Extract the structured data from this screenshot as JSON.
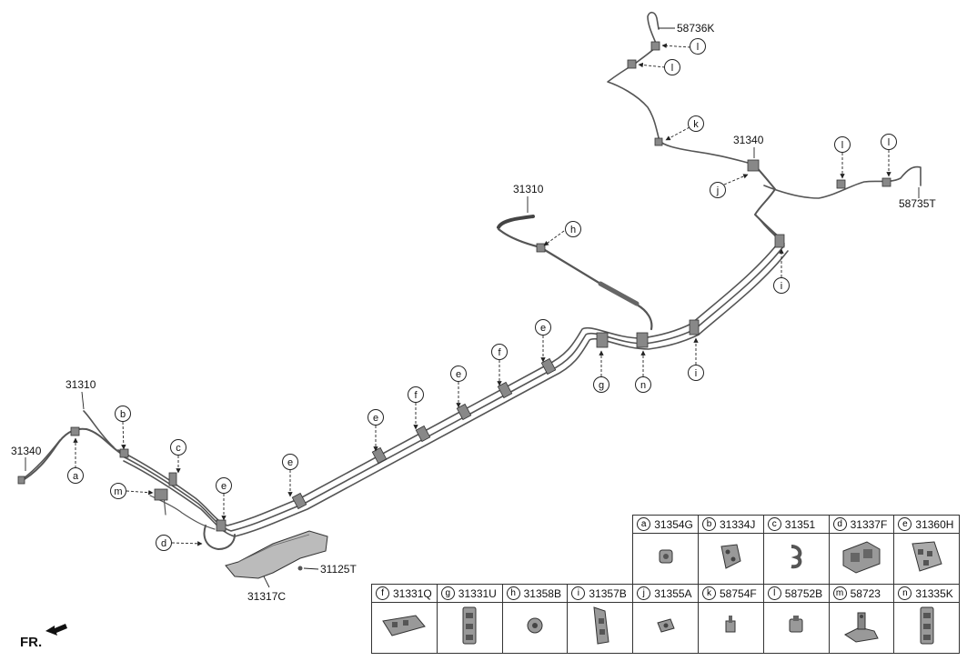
{
  "parts": {
    "p58736K": "58736K",
    "p58735T": "58735T",
    "p31340_top": "31340",
    "p31340_left": "31340",
    "p31310_top": "31310",
    "p31310_left": "31310",
    "p31125T": "31125T",
    "p31317C": "31317C"
  },
  "callouts": {
    "l1": "l",
    "l2": "l",
    "l3": "l",
    "l4": "l",
    "k": "k",
    "j": "j",
    "h": "h",
    "i1": "i",
    "i2": "i",
    "e1": "e",
    "e2": "e",
    "e3": "e",
    "e4": "e",
    "e5": "e",
    "f1": "f",
    "f2": "f",
    "g": "g",
    "n": "n",
    "a": "a",
    "b": "b",
    "c": "c",
    "d": "d",
    "m": "m"
  },
  "front_label": "FR.",
  "legend": {
    "row1": [
      {
        "letter": "a",
        "part": "31354G",
        "icon": "clip-icon"
      },
      {
        "letter": "b",
        "part": "31334J",
        "icon": "bracket-clip-icon"
      },
      {
        "letter": "c",
        "part": "31351",
        "icon": "hook-clip-icon"
      },
      {
        "letter": "d",
        "part": "31337F",
        "icon": "block-clip-icon"
      },
      {
        "letter": "e",
        "part": "31360H",
        "icon": "multi-clip-icon"
      }
    ],
    "row2": [
      {
        "letter": "f",
        "part": "31331Q",
        "icon": "long-clip-icon"
      },
      {
        "letter": "g",
        "part": "31331U",
        "icon": "tall-clip-icon"
      },
      {
        "letter": "h",
        "part": "31358B",
        "icon": "grommet-icon"
      },
      {
        "letter": "i",
        "part": "31357B",
        "icon": "angled-clip-icon"
      },
      {
        "letter": "j",
        "part": "31355A",
        "icon": "small-clip-icon"
      },
      {
        "letter": "k",
        "part": "58754F",
        "icon": "pin-clip-icon"
      },
      {
        "letter": "l",
        "part": "58752B",
        "icon": "tube-clip-icon"
      },
      {
        "letter": "m",
        "part": "58723",
        "icon": "mount-bracket-icon"
      },
      {
        "letter": "n",
        "part": "31335K",
        "icon": "tall-clip-icon"
      }
    ]
  }
}
